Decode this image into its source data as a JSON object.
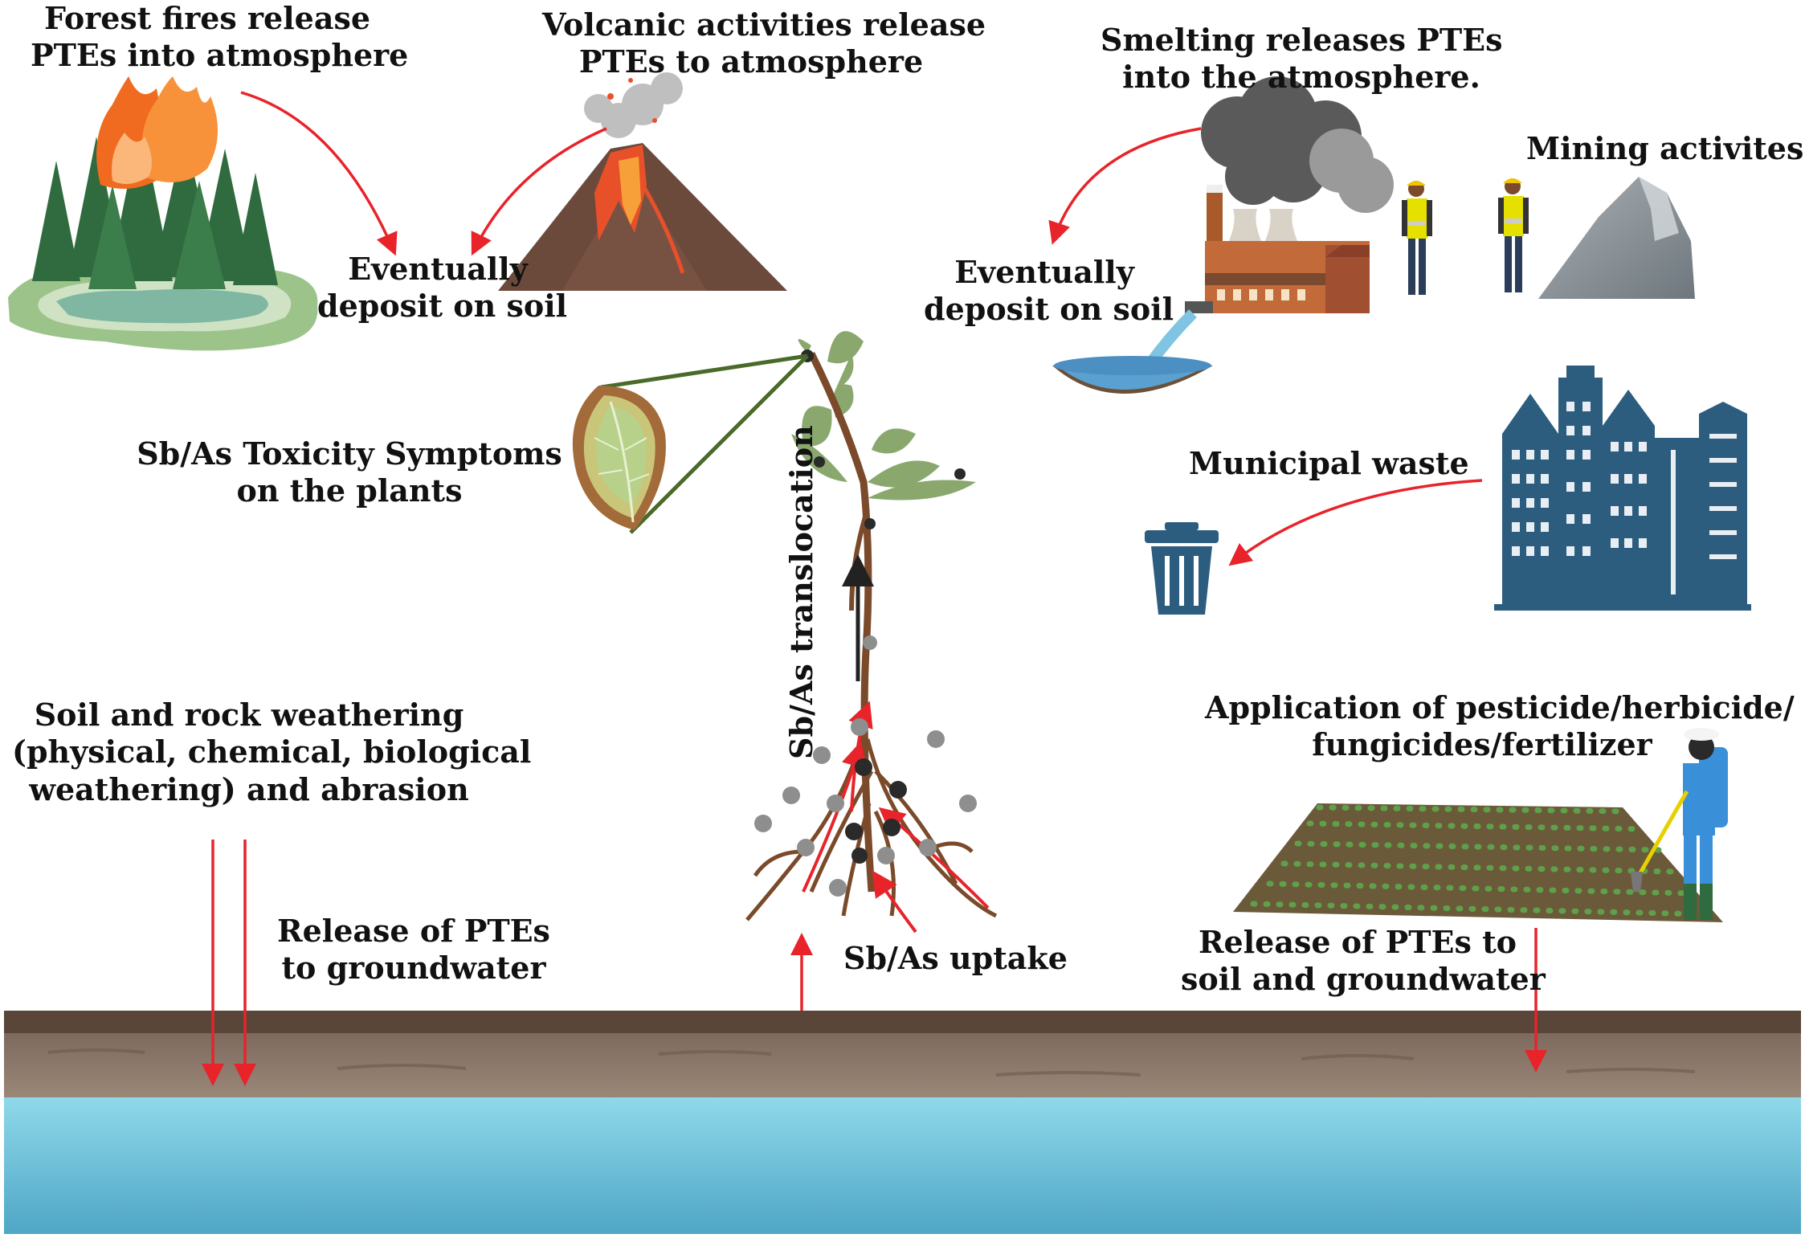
{
  "labels": {
    "forest": [
      "Forest fires release",
      "PTEs into atmosphere"
    ],
    "volcano": [
      "Volcanic activities release",
      "PTEs to atmosphere"
    ],
    "smelting": [
      "Smelting releases PTEs",
      "into the atmosphere."
    ],
    "mining": "Mining activites",
    "deposit_left": [
      "Eventually",
      "deposit on soil"
    ],
    "deposit_right": [
      "Eventually",
      "deposit on soil"
    ],
    "toxicity": [
      "Sb/As Toxicity Symptoms",
      "on the plants"
    ],
    "municipal": "Municipal waste",
    "translocation": "Sb/As translocation",
    "weathering": [
      "Soil and rock weathering",
      "(physical, chemical, biological",
      "weathering) and abrasion"
    ],
    "groundwater_left": [
      "Release of PTEs",
      "to groundwater"
    ],
    "uptake": "Sb/As uptake",
    "application": [
      "Application of pesticide/herbicide/",
      "fungicides/fertilizer"
    ],
    "groundwater_right": [
      "Release of PTEs to",
      "soil and groundwater"
    ]
  },
  "icons": [
    "forest-fire-icon",
    "volcano-icon",
    "factory-icon",
    "worker-icon",
    "mountain-icon",
    "water-basin-icon",
    "plant-icon",
    "leaf-symptom-icon",
    "city-buildings-icon",
    "trash-bin-icon",
    "crop-field-icon",
    "farmer-sprayer-icon"
  ],
  "colors": {
    "arrow": "#e8232a",
    "soil_top": "#5a4539",
    "soil": "#8a7668",
    "water": "#66c4dc",
    "forest": "#2f6b3e",
    "fire": "#f7923a",
    "building": "#2c5d7f",
    "plant_stem": "#7a4a2a",
    "leaf": "#8aa86e"
  }
}
